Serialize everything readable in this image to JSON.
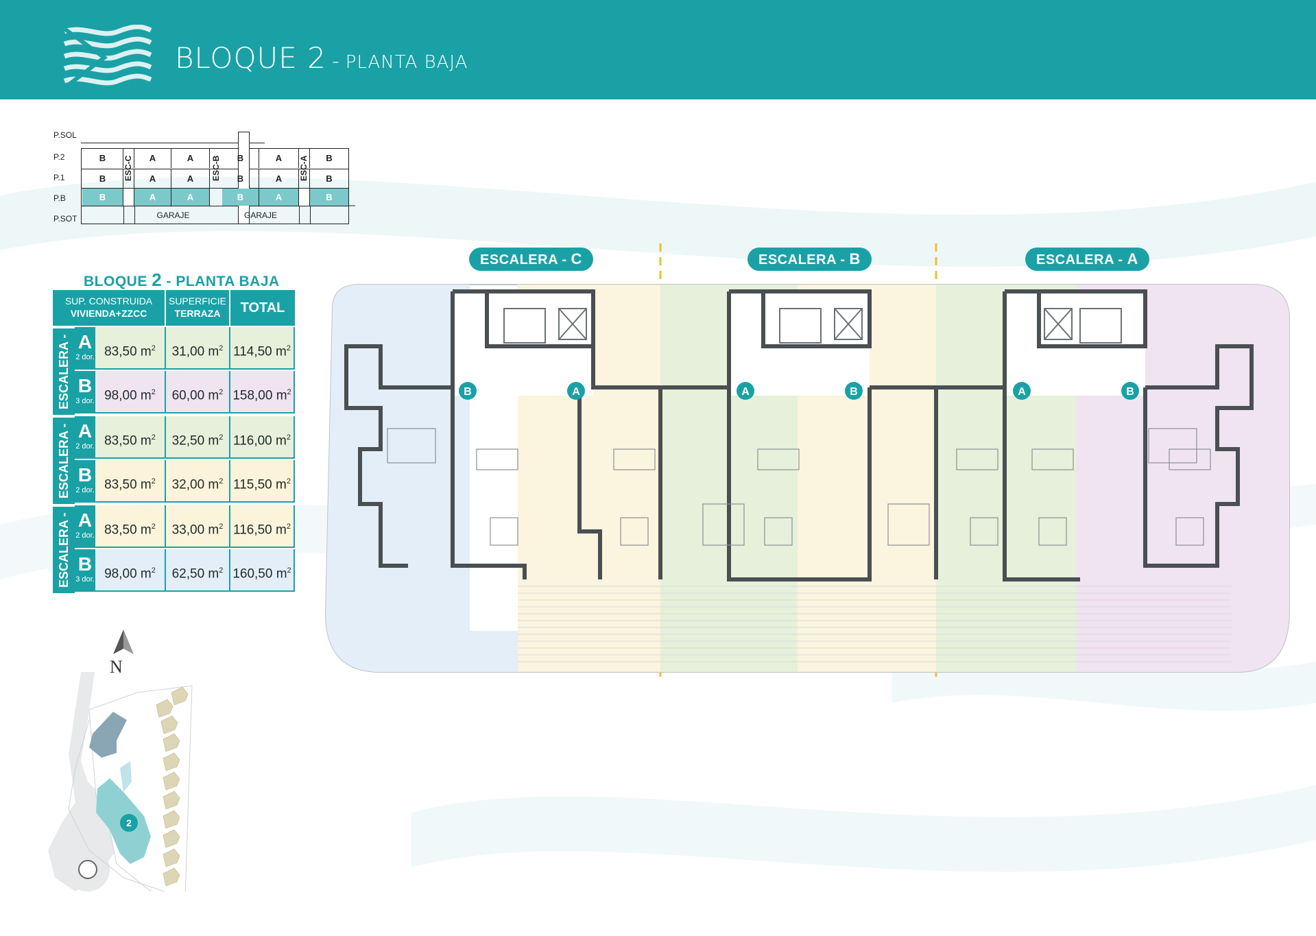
{
  "header": {
    "title_main": "BLOQUE 2",
    "title_dash": "-",
    "title_sub": "PLANTA BAJA"
  },
  "colors": {
    "accent": "#1aa1a6",
    "type_b_escalera_a": "#f0e4f1",
    "type_a_green": "#e6f0da",
    "type_b_yellow": "#fbf3da",
    "type_b_blue": "#e3eef8"
  },
  "scheme": {
    "levels": [
      "P.SOL",
      "P.2",
      "P.1",
      "P.B",
      "P.SOT"
    ],
    "stairs": [
      "ESC-C",
      "ESC-B",
      "ESC-A"
    ],
    "unit_letters": [
      "B",
      "A",
      "A",
      "B",
      "A",
      "B"
    ],
    "garage_label": "GARAJE"
  },
  "table": {
    "title_prefix": "BLOQUE",
    "title_num": "2",
    "title_suffix": "- PLANTA BAJA",
    "headers": {
      "construida_1": "SUP. CONSTRUIDA",
      "construida_2": "VIVIENDA+ZZCC",
      "terraza_1": "SUPERFICIE",
      "terraza_2": "TERRAZA",
      "total": "TOTAL"
    },
    "groups": [
      {
        "escalera": "ESCALERA - A",
        "rows": [
          {
            "type": "A",
            "dorms": "2 dor.",
            "construida": "83,50 m",
            "terraza": "31,00 m",
            "total": "114,50 m"
          },
          {
            "type": "B",
            "dorms": "3 dor.",
            "construida": "98,00 m",
            "terraza": "60,00 m",
            "total": "158,00 m"
          }
        ]
      },
      {
        "escalera": "ESCALERA - B",
        "rows": [
          {
            "type": "A",
            "dorms": "2 dor.",
            "construida": "83,50 m",
            "terraza": "32,50 m",
            "total": "116,00 m"
          },
          {
            "type": "B",
            "dorms": "2 dor.",
            "construida": "83,50 m",
            "terraza": "32,00 m",
            "total": "115,50 m"
          }
        ]
      },
      {
        "escalera": "ESCALERA - C",
        "rows": [
          {
            "type": "A",
            "dorms": "2 dor.",
            "construida": "83,50 m",
            "terraza": "33,00 m",
            "total": "116,50 m"
          },
          {
            "type": "B",
            "dorms": "3 dor.",
            "construida": "98,00 m",
            "terraza": "62,50 m",
            "total": "160,50 m"
          }
        ]
      }
    ],
    "unit_sup": "2"
  },
  "compass": {
    "north": "N"
  },
  "site": {
    "block_number": "2"
  },
  "plan": {
    "escaleras": [
      {
        "prefix": "ESCALERA -",
        "key": "C"
      },
      {
        "prefix": "ESCALERA -",
        "key": "B"
      },
      {
        "prefix": "ESCALERA -",
        "key": "A"
      }
    ],
    "door_labels": [
      "B",
      "A",
      "A",
      "B",
      "A",
      "B"
    ]
  }
}
